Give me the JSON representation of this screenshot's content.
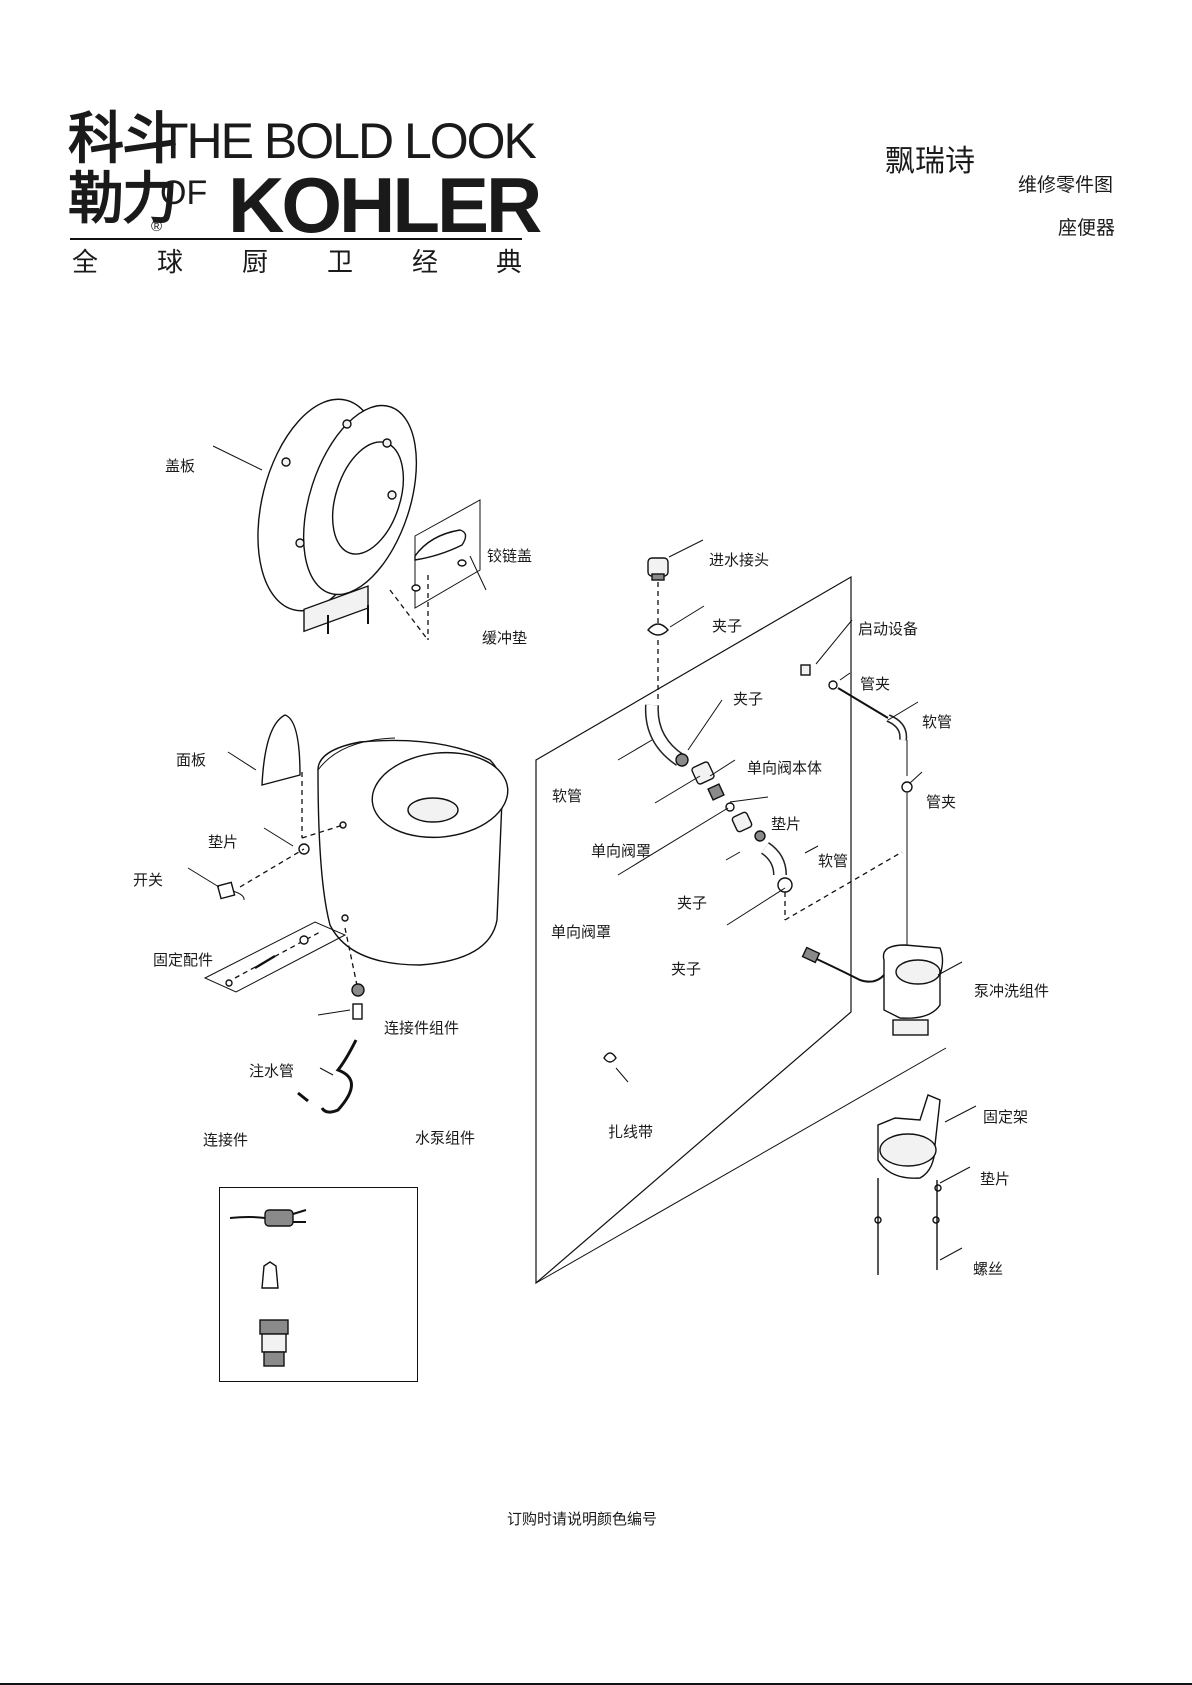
{
  "logo": {
    "cn_line1": "科斗",
    "cn_line2": "勒力",
    "tagline_top": "THE BOLD LOOK",
    "of_text": "OF",
    "brand": "KOHLER",
    "registered": "®",
    "tagline_chars": [
      "全",
      "球",
      "厨",
      "卫",
      "经",
      "典"
    ]
  },
  "header": {
    "product_name": "飘瑞诗",
    "doc_type": "维修零件图",
    "category": "座便器"
  },
  "labels": {
    "lid": "盖板",
    "hinge_cover": "铰链盖",
    "bumper": "缓冲垫",
    "panel": "面板",
    "gasket_left": "垫片",
    "switch": "开关",
    "fixing_kit": "固定配件",
    "connector_assembly": "连接件组件",
    "fill_tube": "注水管",
    "connector": "连接件",
    "pump_assembly_label": "水泵组件",
    "inlet_fitting": "进水接头",
    "clip_top": "夹子",
    "actuator": "启动设备",
    "hose_clamp_top": "管夹",
    "clip_mid": "夹子",
    "hose_right": "软管",
    "check_valve_body": "单向阀本体",
    "hose_left": "软管",
    "hose_clamp_right": "管夹",
    "gasket_mid": "垫片",
    "check_valve_cover_1": "单向阀罩",
    "hose_mid": "软管",
    "clip_lower": "夹子",
    "check_valve_cover_2": "单向阀罩",
    "clip_bottom": "夹子",
    "pump_flush_assembly": "泵冲洗组件",
    "cable_tie": "扎线带",
    "bracket": "固定架",
    "gasket_bracket": "垫片",
    "screw": "螺丝"
  },
  "footer": {
    "note": "订购时请说明颜色编号"
  }
}
